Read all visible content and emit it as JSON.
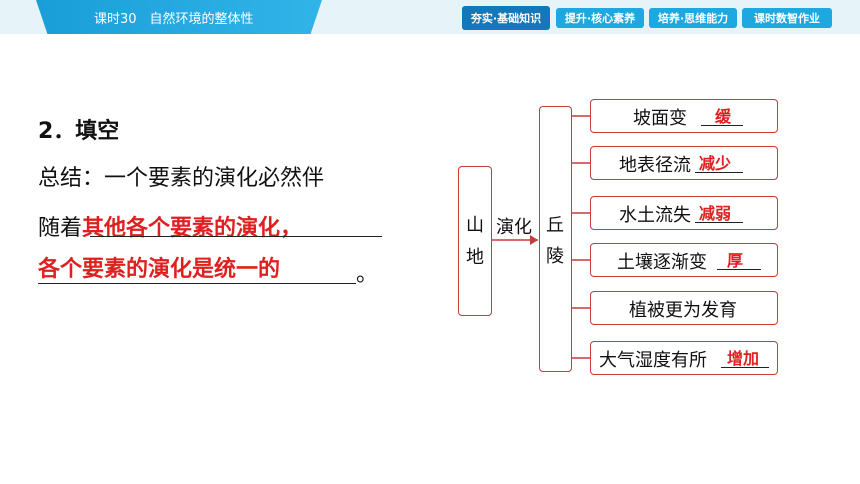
{
  "header": {
    "lesson_title": "课时30　自然环境的整体性",
    "tabs": [
      {
        "label": "夯实·基础知识",
        "active": true
      },
      {
        "label": "提升·核心素养",
        "active": false
      },
      {
        "label": "培养·思维能力",
        "active": false
      },
      {
        "label": "课时数智作业",
        "active": false
      }
    ]
  },
  "content": {
    "heading": "2．填空",
    "summary_prefix": "总结：一个要素的演化必然伴",
    "line2_prefix": "随着",
    "answer1": "其他各个要素的演化，",
    "answer2": "各个要素的演化是统一的",
    "end_mark": "。"
  },
  "diagram": {
    "source_chars": [
      "山",
      "地"
    ],
    "arrow_chars": [
      "演",
      "化"
    ],
    "target_chars": [
      "丘",
      "陵"
    ],
    "items": [
      {
        "label": "坡面变",
        "answer": "缓"
      },
      {
        "label": "地表径流",
        "answer": "减少"
      },
      {
        "label": "水土流失",
        "answer": "减弱"
      },
      {
        "label": "土壤逐渐变",
        "answer": "厚"
      },
      {
        "label": "植被更为发育",
        "answer": ""
      },
      {
        "label": "大气湿度有所",
        "answer": "增加"
      }
    ]
  },
  "colors": {
    "accent": "#1ea8e0",
    "answer": "#e02020",
    "box_border": "#c93a3a"
  }
}
